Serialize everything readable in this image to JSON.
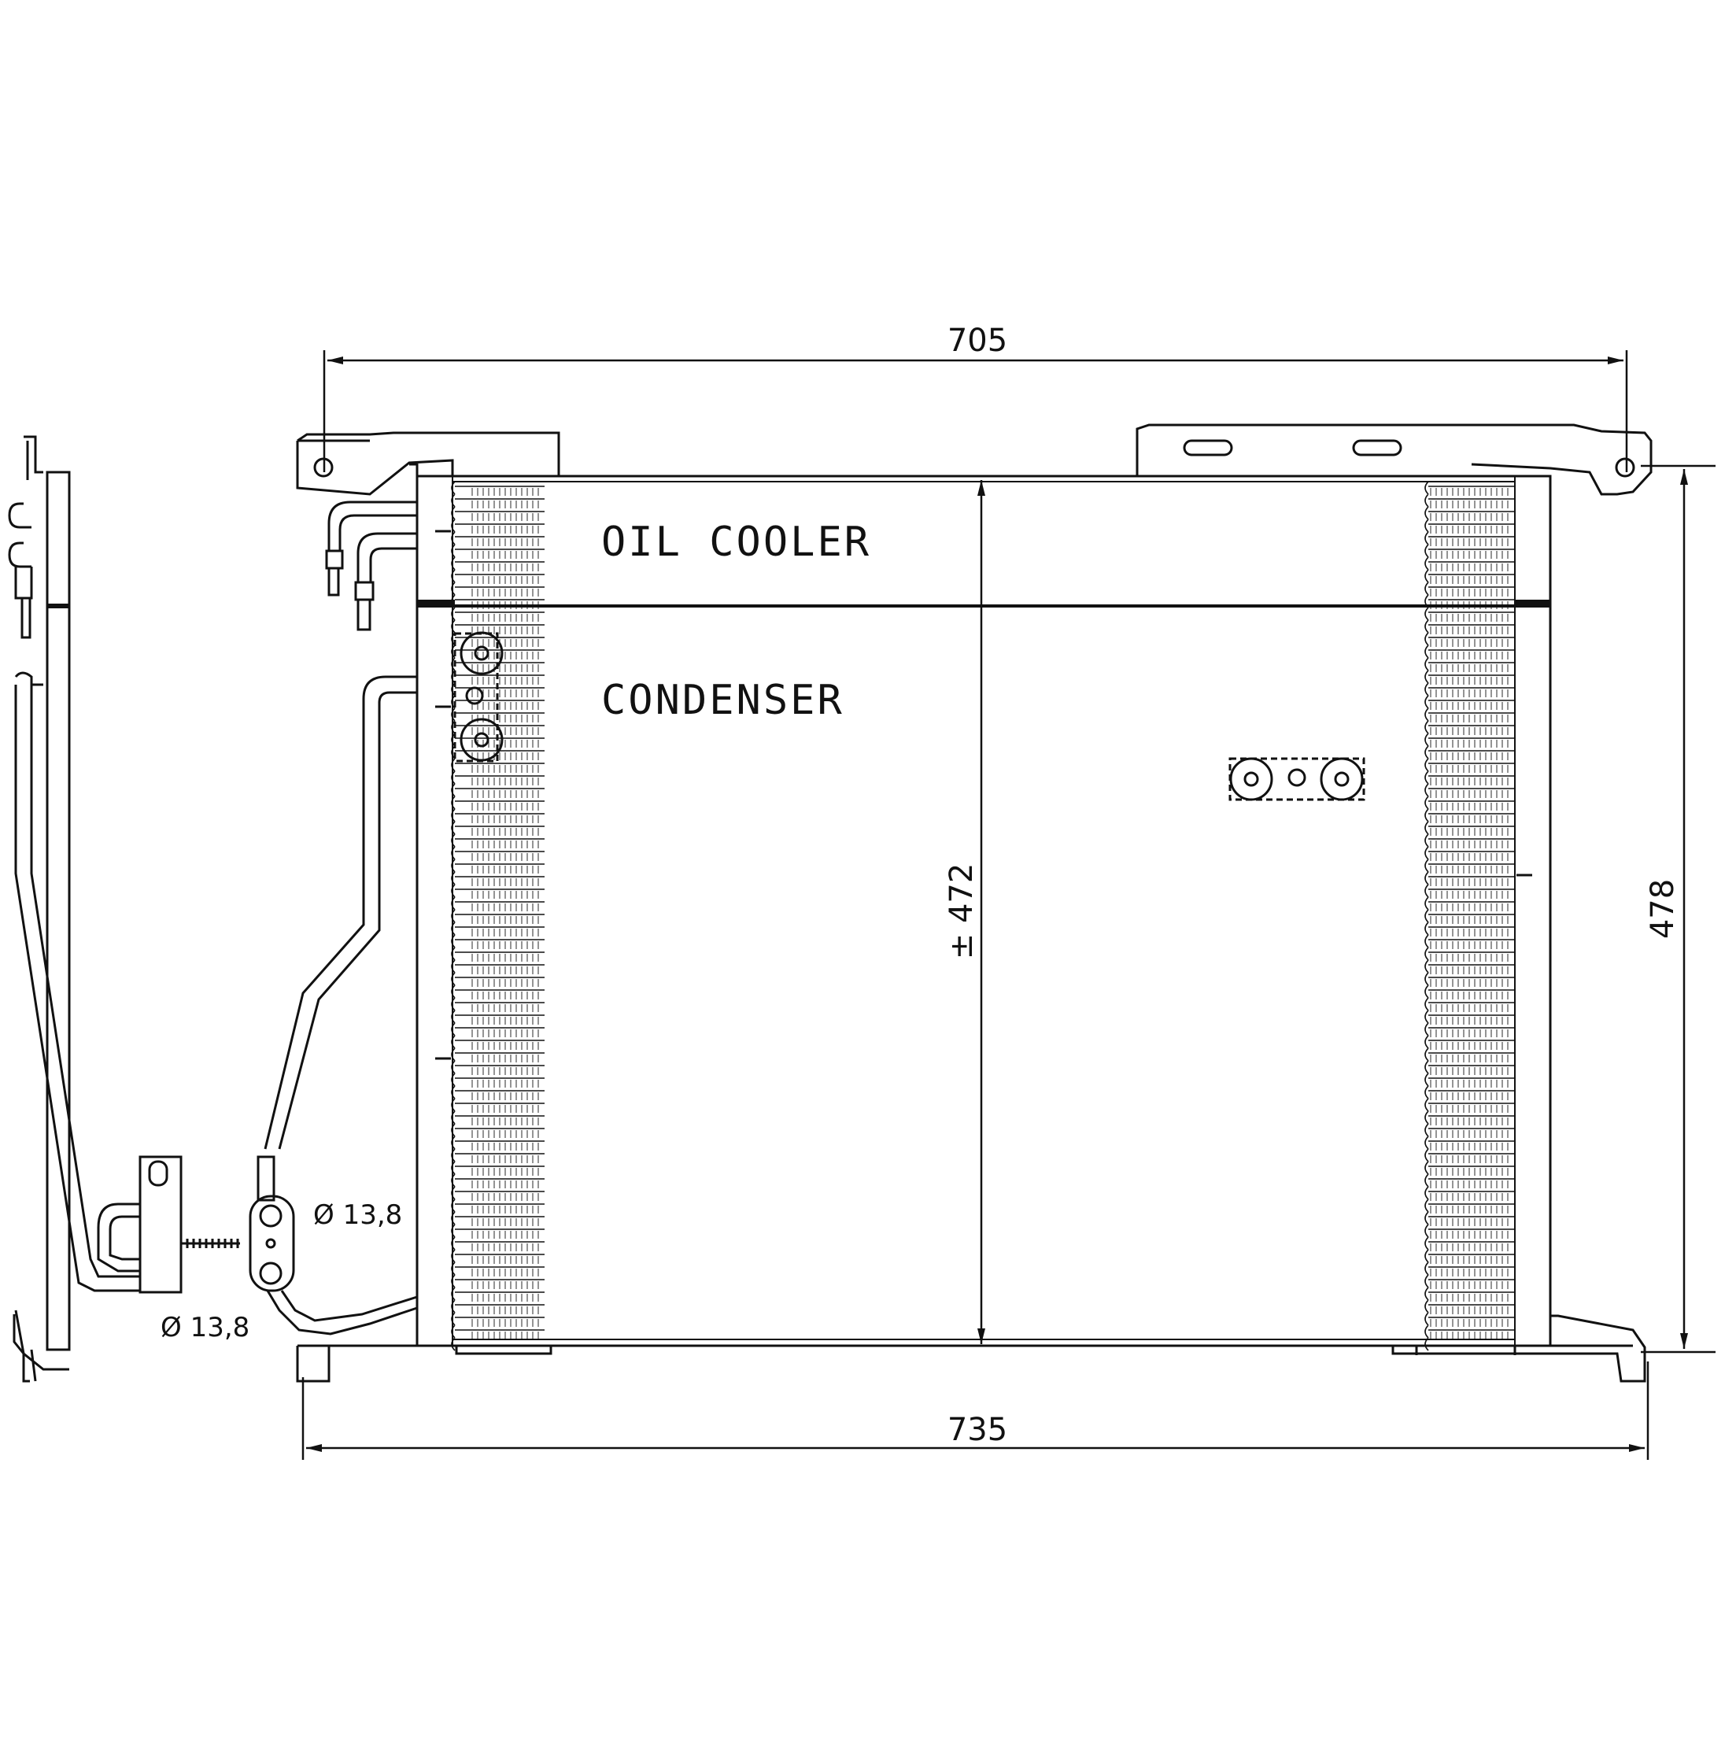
{
  "labels": {
    "oil_cooler": "OIL COOLER",
    "condenser": "CONDENSER"
  },
  "dimensions": {
    "top_width": "705",
    "bottom_width": "735",
    "core_height": "± 472",
    "overall_height": "478",
    "pipe_diameter_left": "Ø 13,8",
    "pipe_diameter_right": "Ø 13,8"
  },
  "colors": {
    "line": "#111111",
    "background": "#ffffff"
  }
}
